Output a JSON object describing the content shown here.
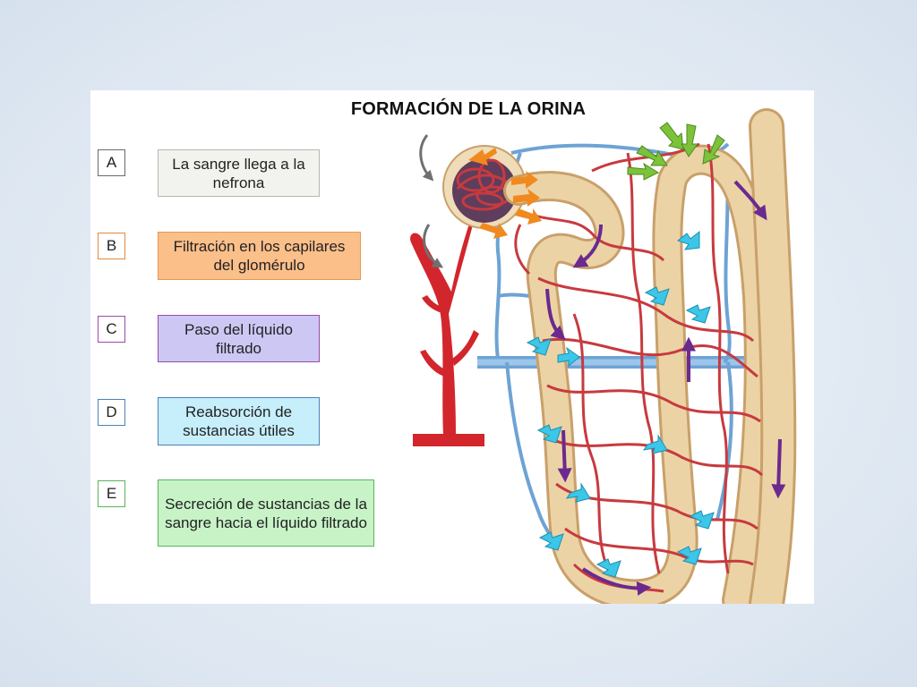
{
  "title": "FORMACIÓN DE LA ORINA",
  "legend": [
    {
      "letter": "A",
      "text": "La sangre llega a la nefrona",
      "color": "#f2f2ee",
      "border": "#b8b8b0",
      "letterBorder": "#6a6a6a"
    },
    {
      "letter": "B",
      "text": "Filtración en los capilares del glomérulo",
      "color": "#fbbf8a",
      "border": "#e39a52",
      "letterBorder": "#e08a3a"
    },
    {
      "letter": "C",
      "text": "Paso del líquido filtrado",
      "color": "#cdc7f4",
      "border": "#9a4aa8",
      "letterBorder": "#9a4aa8"
    },
    {
      "letter": "D",
      "text": "Reabsorción de sustancias útiles",
      "color": "#c6eefb",
      "border": "#4d82b6",
      "letterBorder": "#4d82b6"
    },
    {
      "letter": "E",
      "text": "Secreción de sustancias de la sangre hacia el líquido filtrado",
      "color": "#c7f3c7",
      "border": "#59b359",
      "letterBorder": "#59b359"
    }
  ],
  "colors": {
    "tubule": "#ecd3a6",
    "tubule_edge": "#c9a06a",
    "artery": "#d2262c",
    "capillary": "#c73a3f",
    "vein": "#6ea3d4",
    "glomerulus": "#5e3d5d",
    "arrow_filtration": "#f08a1f",
    "arrow_flow": "#6b2a8e",
    "arrow_reabsorption": "#3cc6e8",
    "arrow_secretion": "#7cc23a",
    "arrow_blood": "#707070"
  }
}
